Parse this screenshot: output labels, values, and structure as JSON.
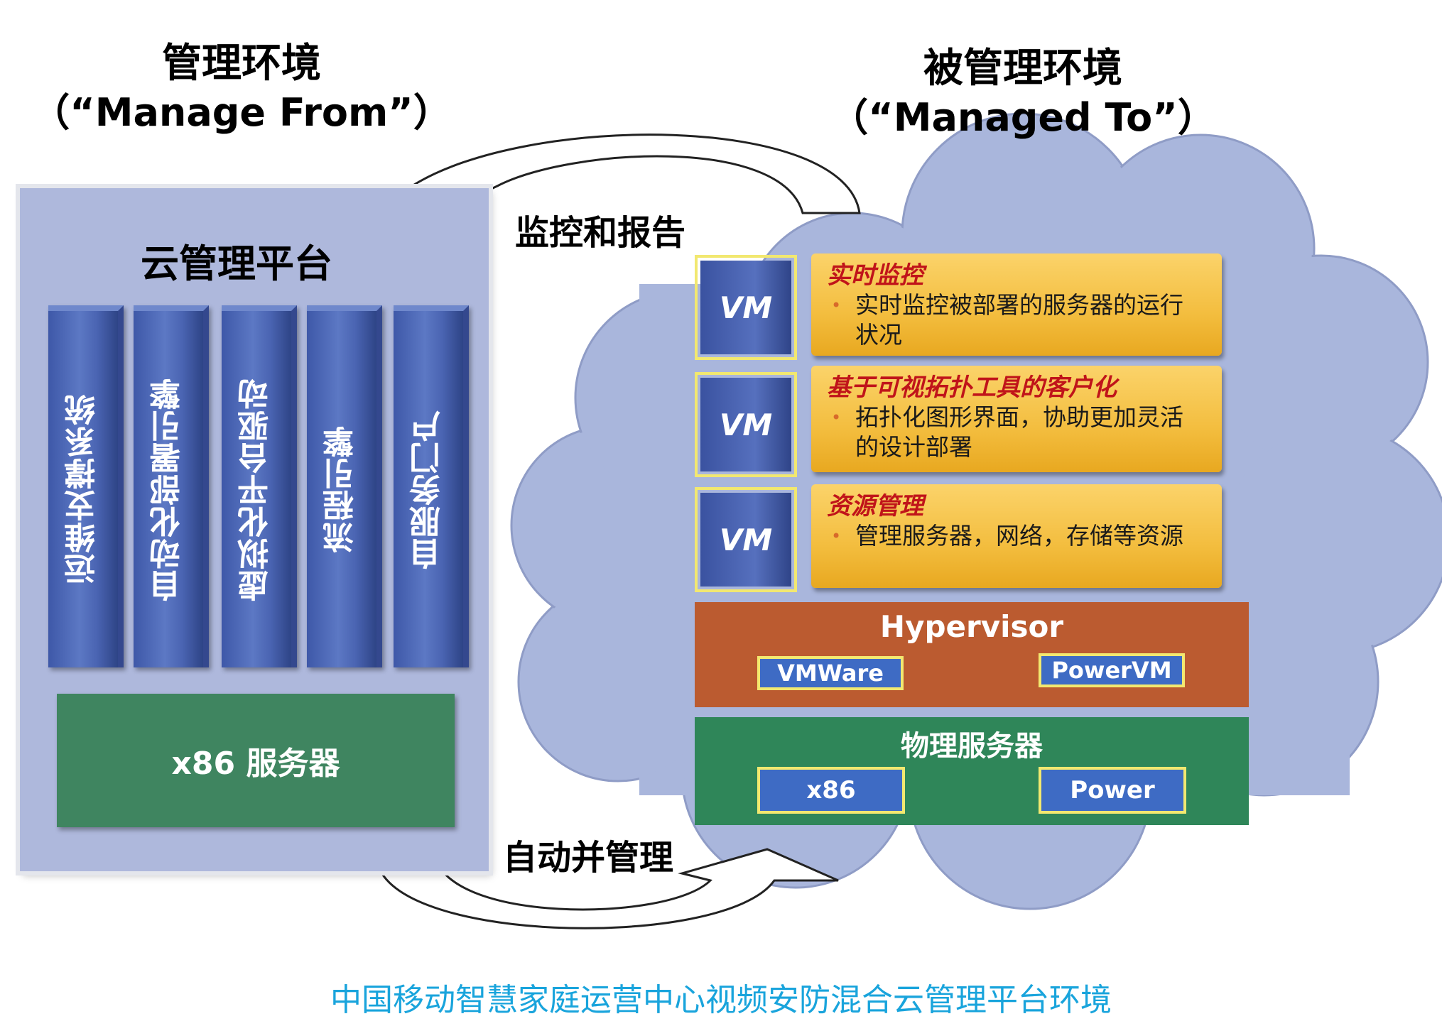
{
  "manage_from": {
    "title": "管理环境",
    "subtitle": "（“Manage From”）"
  },
  "managed_to": {
    "title": "被管理环境",
    "subtitle": "（“Managed To”）"
  },
  "platform": {
    "title": "云管理平台",
    "modules": [
      "运维支撑系统",
      "自动化部署引擎",
      "虚拟化平台驱动",
      "流程引擎",
      "自服务门户"
    ],
    "server": "x86 服务器"
  },
  "flows": {
    "monitor": "监控和报告",
    "manage": "自动并管理"
  },
  "vm_label": "VM",
  "features": [
    {
      "title": "实时监控",
      "body": "实时监控被部署的服务器的运行状况"
    },
    {
      "title": "基于可视拓扑工具的客户化",
      "body": "拓扑化图形界面，协助更加灵活的设计部署"
    },
    {
      "title": "资源管理",
      "body": "管理服务器，网络，存储等资源"
    }
  ],
  "hypervisor": {
    "label": "Hypervisor",
    "items": [
      "VMWare",
      "PowerVM"
    ]
  },
  "physical": {
    "label": "物理服务器",
    "items": [
      "x86",
      "Power"
    ]
  },
  "caption": "中国移动智慧家庭运营中心视频安防混合云管理平台环境",
  "colors": {
    "cloud": "#a9b6dc",
    "panel": "#aeb8dc",
    "module": "#4a64b2",
    "server_green": "#3f8560",
    "card": "#f3bd3e",
    "hypervisor": "#bb5b30",
    "physical": "#2f8659",
    "chip": "#3e6bc4",
    "chip_border": "#f2e870",
    "caption": "#19a4dc"
  }
}
